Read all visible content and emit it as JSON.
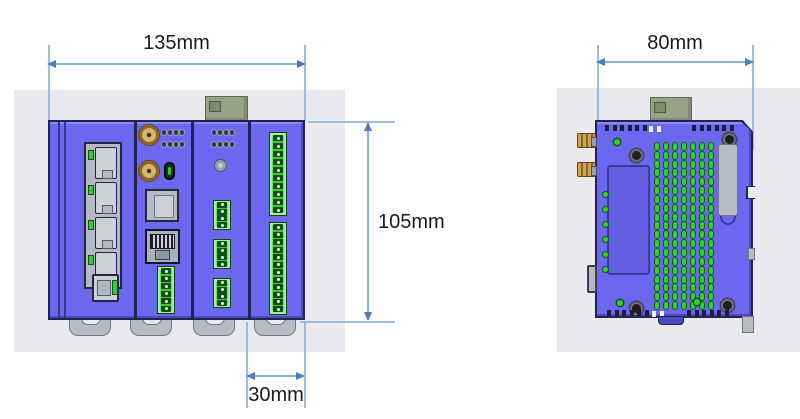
{
  "dimensions": {
    "front_width_label": "135mm",
    "front_height_label": "105mm",
    "module_width_label": "30mm",
    "side_width_label": "80mm"
  },
  "front_view": {
    "name": "controller-front-view",
    "module_count": 4,
    "rj45_ports": 4,
    "leds_per_row": 4,
    "m2_terminal_pins": 6,
    "m3_terminal_pins": 4,
    "m3_terminal_blocks": 3,
    "m4_terminal_pins_top": 10,
    "m4_terminal_pins_bottom": 12,
    "din_clip_count": 4,
    "sma_connector_count": 2
  },
  "side_view": {
    "name": "controller-side-view",
    "vent_grid": {
      "cols": 7,
      "rows": 19
    },
    "edge_led_count": 6,
    "top_slot_count": 6,
    "bottom_slot_count": 6,
    "sma_connector_count": 2
  },
  "icons": {
    "rj45_port": "ethernet-socket-shape",
    "sma_connector": "gold-coax-circle",
    "usb_c_port": "rounded-oval-port",
    "terminal_block": "green-pin-strip",
    "din_clip": "gray-rail-tab",
    "vent_hole": "green-oval-dot",
    "screw": "dark-circle-ring"
  },
  "colors": {
    "panel_bg": "#e9e9ee",
    "device_body": "#6b68ef",
    "device_edge": "#222253",
    "seam": "#3a3a7a",
    "dim_line": "#8ab4dd",
    "dim_arrow": "#4a7ec2",
    "text": "#1a1a1a",
    "terminal_green": "#41c341",
    "terminal_green_hi": "#a6eda6",
    "terminal_green_dark": "#114411",
    "pin_dark": "#0d5214",
    "port_gray": "#b4b9c3",
    "port_gray_hi": "#ccd0d8",
    "port_edge": "#262640",
    "sma_gold": "#cfa255",
    "sma_gold_mid": "#8a6526",
    "olive": "#95a386",
    "olive_dark": "#5f6b52",
    "din_gray": "#b7bbc3",
    "din_edge": "#70757f",
    "vent_green": "#2fd02f",
    "vent_edge": "#0e5c0e",
    "led_green": "#2fd02f",
    "screw": "#1d1d22"
  }
}
